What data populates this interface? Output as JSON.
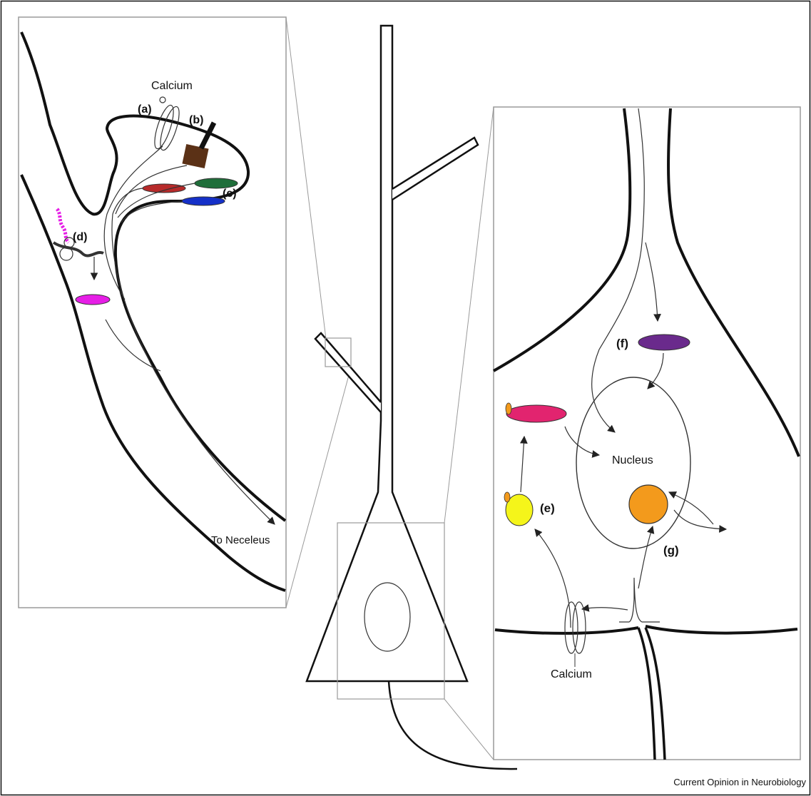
{
  "labels": {
    "calcium_spine": "Calcium",
    "a": "(a)",
    "b": "(b)",
    "c": "(c)",
    "d": "(d)",
    "to_nucleus": "To Neceleus",
    "e": "(e)",
    "f": "(f)",
    "g": "(g)",
    "nucleus": "Nucleus",
    "calcium_soma": "Calcium"
  },
  "credit": "Current Opinion in Neurobiology",
  "colors": {
    "brown_box": "#5b3116",
    "red_oval": "#b72a2a",
    "green_oval": "#1f6e3a",
    "blue_oval": "#1530c8",
    "magenta": "#e61ee6",
    "purple_oval": "#6a2a8c",
    "pink_oval": "#e2246f",
    "yellow_circle": "#f5f51a",
    "orange_circle": "#f39a1c",
    "small_orange": "#f39a1c",
    "frame_gray": "#9a9a9a"
  }
}
